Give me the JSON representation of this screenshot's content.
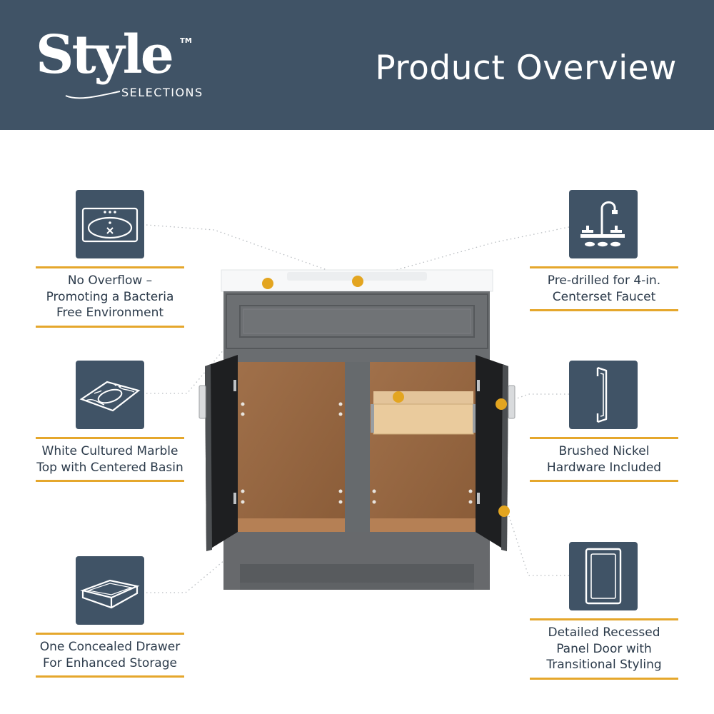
{
  "header": {
    "logo_main": "Style",
    "logo_tm": "TM",
    "logo_sub": "SELECTIONS",
    "title": "Product Overview"
  },
  "colors": {
    "header_bg": "#405366",
    "accent_gold": "#e5a72c",
    "dot": "#e3a520",
    "cabinet_gray": "#6a6d70"
  },
  "features": {
    "left": [
      {
        "icon": "sink-basin-icon",
        "lines": [
          "No Overflow –",
          "Promoting a Bacteria",
          "Free Environment"
        ]
      },
      {
        "icon": "marble-top-icon",
        "lines": [
          "White Cultured Marble",
          "Top with Centered Basin"
        ]
      },
      {
        "icon": "drawer-icon",
        "lines": [
          "One Concealed Drawer",
          "For Enhanced Storage"
        ]
      }
    ],
    "right": [
      {
        "icon": "faucet-icon",
        "lines": [
          "Pre-drilled for 4-in.",
          "Centerset Faucet"
        ]
      },
      {
        "icon": "handle-icon",
        "lines": [
          "Brushed Nickel",
          "Hardware Included"
        ]
      },
      {
        "icon": "panel-door-icon",
        "lines": [
          "Detailed Recessed",
          "Panel Door with",
          "Transitional Styling"
        ]
      }
    ]
  }
}
